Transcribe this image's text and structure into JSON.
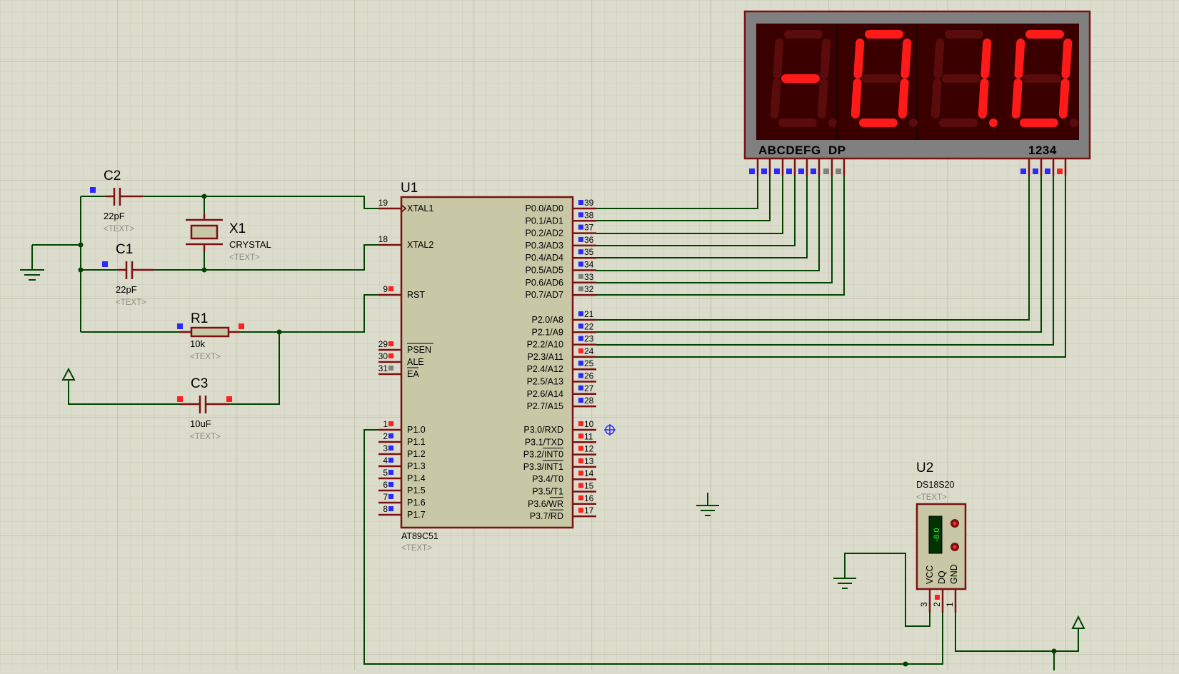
{
  "u1": {
    "ref": "U1",
    "part": "AT89C51",
    "text": "<TEXT>",
    "left_pins": [
      {
        "name": "XTAL1",
        "num": "19"
      },
      {
        "name": "XTAL2",
        "num": "18"
      },
      {
        "name": "RST",
        "num": "9"
      },
      {
        "name": "PSEN",
        "num": "29"
      },
      {
        "name": "ALE",
        "num": "30"
      },
      {
        "name": "EA",
        "num": "31"
      },
      {
        "name": "P1.0",
        "num": "1"
      },
      {
        "name": "P1.1",
        "num": "2"
      },
      {
        "name": "P1.2",
        "num": "3"
      },
      {
        "name": "P1.3",
        "num": "4"
      },
      {
        "name": "P1.4",
        "num": "5"
      },
      {
        "name": "P1.5",
        "num": "6"
      },
      {
        "name": "P1.6",
        "num": "7"
      },
      {
        "name": "P1.7",
        "num": "8"
      }
    ],
    "right_pins": [
      {
        "name": "P0.0/AD0",
        "num": "39"
      },
      {
        "name": "P0.1/AD1",
        "num": "38"
      },
      {
        "name": "P0.2/AD2",
        "num": "37"
      },
      {
        "name": "P0.3/AD3",
        "num": "36"
      },
      {
        "name": "P0.4/AD4",
        "num": "35"
      },
      {
        "name": "P0.5/AD5",
        "num": "34"
      },
      {
        "name": "P0.6/AD6",
        "num": "33"
      },
      {
        "name": "P0.7/AD7",
        "num": "32"
      },
      {
        "name": "P2.0/A8",
        "num": "21"
      },
      {
        "name": "P2.1/A9",
        "num": "22"
      },
      {
        "name": "P2.2/A10",
        "num": "23"
      },
      {
        "name": "P2.3/A11",
        "num": "24"
      },
      {
        "name": "P2.4/A12",
        "num": "25"
      },
      {
        "name": "P2.5/A13",
        "num": "26"
      },
      {
        "name": "P2.6/A14",
        "num": "27"
      },
      {
        "name": "P2.7/A15",
        "num": "28"
      },
      {
        "name": "P3.0/RXD",
        "num": "10"
      },
      {
        "name": "P3.1/TXD",
        "num": "11"
      },
      {
        "name": "P3.2/INT0",
        "num": "12"
      },
      {
        "name": "P3.3/INT1",
        "num": "13"
      },
      {
        "name": "P3.4/T0",
        "num": "14"
      },
      {
        "name": "P3.5/T1",
        "num": "15"
      },
      {
        "name": "P3.6/WR",
        "num": "16"
      },
      {
        "name": "P3.7/RD",
        "num": "17"
      }
    ]
  },
  "c2": {
    "ref": "C2",
    "value": "22pF",
    "text": "<TEXT>"
  },
  "c1": {
    "ref": "C1",
    "value": "22pF",
    "text": "<TEXT>"
  },
  "x1": {
    "ref": "X1",
    "value": "CRYSTAL",
    "text": "<TEXT>"
  },
  "r1": {
    "ref": "R1",
    "value": "10k",
    "text": "<TEXT>"
  },
  "c3": {
    "ref": "C3",
    "value": "10uF",
    "text": "<TEXT>"
  },
  "u2": {
    "ref": "U2",
    "part": "DS18S20",
    "text": "<TEXT>",
    "reading": "-8.0",
    "pin_vcc": "VCC",
    "pin_dq": "DQ",
    "pin_gnd": "GND",
    "pin3": "3",
    "pin2": "2",
    "pin1": "1"
  },
  "display": {
    "segment_label": "ABCDEFG  DP",
    "digit_label": "1234",
    "digits": [
      {
        "segments": [
          "g"
        ],
        "dp": false
      },
      {
        "segments": [
          "a",
          "b",
          "c",
          "d",
          "e",
          "f"
        ],
        "dp": false
      },
      {
        "segments": [
          "b",
          "c"
        ],
        "dp": true
      },
      {
        "segments": [
          "a",
          "b",
          "c",
          "d",
          "e",
          "f"
        ],
        "dp": false
      }
    ]
  },
  "colors": {
    "background": "#dcdccc",
    "wire": "#004400",
    "component": "#7a1010",
    "chip_fill": "#c8c8a6",
    "pin_blue": "#2a2aff",
    "pin_red": "#ff2020",
    "pin_grey": "#808080",
    "segment_on": "#ff1a1a",
    "segment_off": "#5a0c0c"
  }
}
